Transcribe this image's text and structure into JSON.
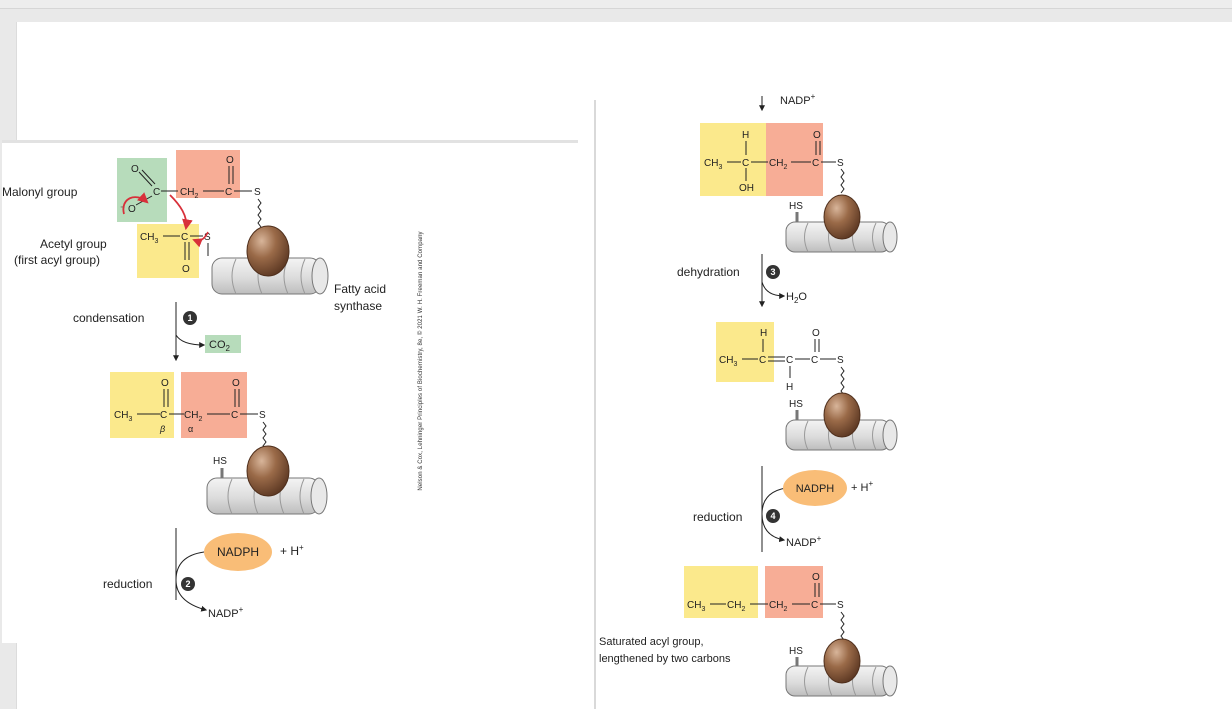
{
  "credit": "Nelson & Cox, Lehninger Principles of Biochemistry, 8e, © 2021 W. H. Freeman and Company",
  "left": {
    "malonyl_label": "Malonyl group",
    "acetyl_label": "Acetyl group",
    "acetyl_sub": "(first acyl group)",
    "fas_label_1": "Fatty acid",
    "fas_label_2": "synthase",
    "step1_label": "condensation",
    "step1_num": "1",
    "co2": "CO",
    "co2_sub": "2",
    "beta": "β",
    "alpha": "α",
    "step2_label": "reduction",
    "step2_num": "2",
    "nadph": "NADPH",
    "h_plus": "+ H",
    "nadp_bottom": "NADP"
  },
  "right": {
    "nadp_top": "NADP",
    "step3_label": "dehydration",
    "step3_num": "3",
    "water": "H",
    "water_sub": "2",
    "water_o": "O",
    "step4_label": "reduction",
    "step4_num": "4",
    "nadph": "NADPH",
    "h_plus": "+ H",
    "nadp": "NADP",
    "final_1": "Saturated acyl group,",
    "final_2": "lengthened by two carbons"
  },
  "atoms": {
    "ch3": "CH",
    "ch2": "CH",
    "three": "3",
    "two": "2",
    "c": "C",
    "o": "O",
    "s": "S",
    "h": "H",
    "oh": "OH",
    "hs": "HS"
  },
  "colors": {
    "yellow": "#fbe98c",
    "salmon": "#f7ad96",
    "green": "#b7dcbb",
    "nadph": "#f9bd77",
    "arrow_red": "#d8303a",
    "protein": "#8a5a3c"
  }
}
